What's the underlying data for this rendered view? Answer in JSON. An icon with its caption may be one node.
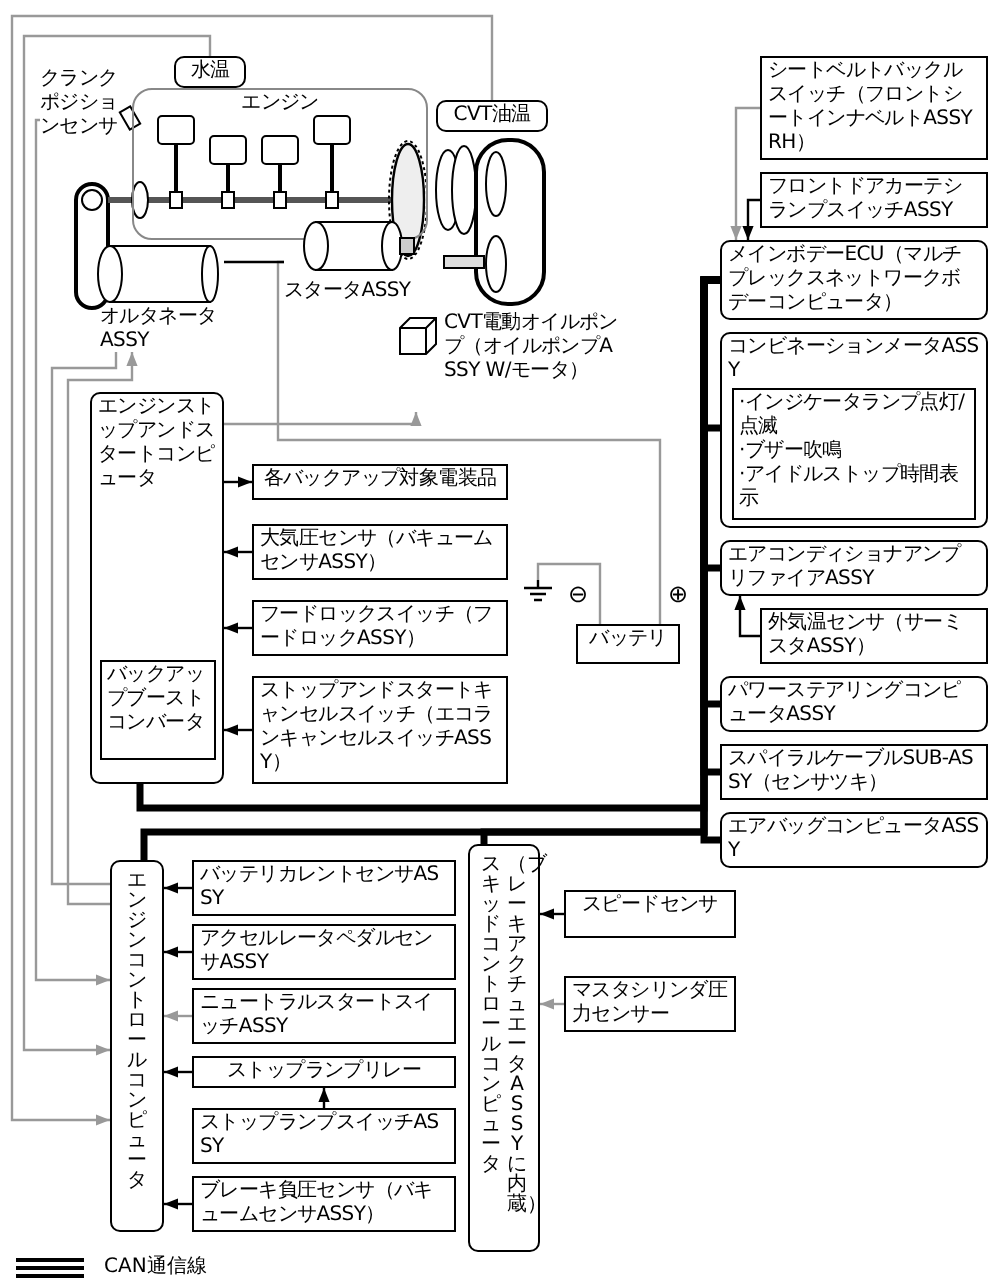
{
  "diagram": {
    "nodes": [
      {
        "text": [
          "水温"
        ]
      },
      {
        "text": [
          "エンジン"
        ]
      },
      {
        "text": [
          "CVT油温"
        ]
      },
      {
        "text": [
          "クランクポジションセンサ"
        ]
      },
      {
        "text": [
          "スタータASSY"
        ]
      },
      {
        "text": [
          "オルタネータASSY"
        ]
      },
      {
        "text": [
          "CVT電動オイルポンプ（オイルポンプASSY W/モータ）"
        ]
      },
      {
        "text": [
          "シートベルトバックルスイッチ（フロントシートインナベルトASSY RH）"
        ]
      },
      {
        "text": [
          "フロントドアカーテシランプスイッチASSY"
        ]
      },
      {
        "text": [
          "メインボデーECU（マルチプレックスネットワークボデーコンピュータ）"
        ]
      },
      {
        "text": [
          "コンビネーションメータASSY"
        ]
      },
      {
        "text": [
          "·インジケータランプ点灯/点滅",
          "·ブザー吹鳴",
          "·アイドルストップ時間表示"
        ],
        "in": 10
      },
      {
        "text": [
          "エンジンストップアンドスタートコンピュータ"
        ]
      },
      {
        "text": [
          "バックアップブーストコンバータ"
        ],
        "in": 12
      },
      {
        "text": [
          "各バックアップ対象電装品"
        ]
      },
      {
        "text": [
          "大気圧センサ（バキュームセンサASSY）"
        ]
      },
      {
        "text": [
          "フードロックスイッチ（フードロックASSY）"
        ]
      },
      {
        "text": [
          "ストップアンドスタートキャンセルスイッチ（エコランキャンセルスイッチASSY）"
        ]
      },
      {
        "text": [
          "バッテリ"
        ]
      },
      {
        "text": [
          "エアコンディショナアンプリファイアASSY"
        ]
      },
      {
        "text": [
          "外気温センサ（サーミスタASSY）"
        ]
      },
      {
        "text": [
          "パワーステアリングコンピュータASSY"
        ]
      },
      {
        "text": [
          "スパイラルケーブルSUB-ASSY（センサツキ）"
        ]
      },
      {
        "text": [
          "エアバッグコンピュータASSY"
        ]
      },
      {
        "text": [
          "エンジンコントロールコンピュータ"
        ]
      },
      {
        "text": [
          "バッテリカレントセンサASSY"
        ]
      },
      {
        "text": [
          "アクセルレータペダルセンサASSY"
        ]
      },
      {
        "text": [
          "ニュートラルスタートスイッチASSY"
        ]
      },
      {
        "text": [
          "ストップランプリレー"
        ]
      },
      {
        "text": [
          "ストップランプスイッチASSY"
        ]
      },
      {
        "text": [
          "ブレーキ負圧センサ（バキュームセンサASSY）"
        ]
      },
      {
        "text": [
          "スキッドコントロールコンピュータ",
          "（ブレーキアクチュエータASSYに内蔵）"
        ]
      },
      {
        "text": [
          "スピードセンサ"
        ]
      },
      {
        "text": [
          "マスタシリンダ圧力センサー"
        ]
      },
      {
        "text": [],
        "shape": "ground"
      }
    ],
    "edges": [
      {
        "from": 7,
        "to": 9,
        "arrow": "to",
        "color": "#999999"
      },
      {
        "from": 8,
        "to": 9,
        "arrow": "to"
      },
      {
        "from": 9,
        "to": 10,
        "arrow": "none",
        "style": "thick"
      },
      {
        "from": 9,
        "to": 19,
        "arrow": "none",
        "style": "thick"
      },
      {
        "from": 9,
        "to": 21,
        "arrow": "none",
        "style": "thick"
      },
      {
        "from": 9,
        "to": 22,
        "arrow": "none",
        "style": "thick"
      },
      {
        "from": 9,
        "to": 23,
        "arrow": "none",
        "style": "thick"
      },
      {
        "from": 9,
        "to": 12,
        "arrow": "none",
        "style": "thick"
      },
      {
        "from": 9,
        "to": 24,
        "arrow": "none",
        "style": "thick"
      },
      {
        "from": 9,
        "to": 31,
        "arrow": "none",
        "style": "thick"
      },
      {
        "from": 20,
        "to": 19,
        "arrow": "to"
      },
      {
        "from": 12,
        "to": 14,
        "arrow": "to"
      },
      {
        "from": 15,
        "to": 12,
        "arrow": "to"
      },
      {
        "from": 16,
        "to": 12,
        "arrow": "to"
      },
      {
        "from": 17,
        "to": 12,
        "arrow": "to"
      },
      {
        "from": 12,
        "to": 6,
        "arrow": "to",
        "color": "#999999"
      },
      {
        "from": 18,
        "to": 4,
        "arrow": "none",
        "color": "#999999"
      },
      {
        "from": 5,
        "to": 4,
        "arrow": "none"
      },
      {
        "from": 18,
        "to": 34,
        "arrow": "none",
        "color": "#999999"
      },
      {
        "from": 2,
        "to": 24,
        "arrow": "to",
        "color": "#999999"
      },
      {
        "from": 0,
        "to": 24,
        "arrow": "to",
        "color": "#999999"
      },
      {
        "from": 3,
        "to": 24,
        "arrow": "to",
        "color": "#999999"
      },
      {
        "from": 5,
        "to": 24,
        "arrow": "none",
        "color": "#999999"
      },
      {
        "from": 24,
        "to": 5,
        "arrow": "to",
        "color": "#999999"
      },
      {
        "from": 25,
        "to": 24,
        "arrow": "to"
      },
      {
        "from": 26,
        "to": 24,
        "arrow": "to"
      },
      {
        "from": 27,
        "to": 24,
        "arrow": "to",
        "color": "#999999"
      },
      {
        "from": 28,
        "to": 24,
        "arrow": "to"
      },
      {
        "from": 29,
        "to": 28,
        "arrow": "to"
      },
      {
        "from": 30,
        "to": 24,
        "arrow": "to"
      },
      {
        "from": 32,
        "to": 31,
        "arrow": "to"
      },
      {
        "from": 33,
        "to": 31,
        "arrow": "to",
        "color": "#999999"
      }
    ],
    "labels": [
      "⊖",
      "⊕"
    ],
    "legend": [
      {
        "text": "CAN通信線"
      }
    ]
  }
}
